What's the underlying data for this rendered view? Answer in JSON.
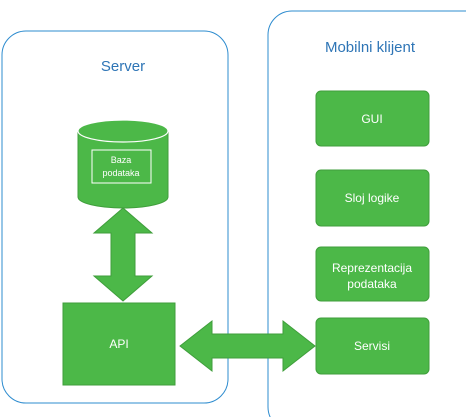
{
  "colors": {
    "container_stroke": "#2e8ccf",
    "container_title": "#2e75b6",
    "node_fill": "#4cb848",
    "node_stroke": "#3f9e3b",
    "node_text": "#ffffff",
    "background": "#ffffff"
  },
  "server": {
    "title": "Server",
    "database": {
      "line1": "Baza",
      "line2": "podataka"
    },
    "api_label": "API"
  },
  "client": {
    "title": "Mobilni klijent",
    "gui_label": "GUI",
    "logic_label": "Sloj logike",
    "data_repr_line1": "Reprezentacija",
    "data_repr_line2": "podataka",
    "services_label": "Servisi"
  }
}
